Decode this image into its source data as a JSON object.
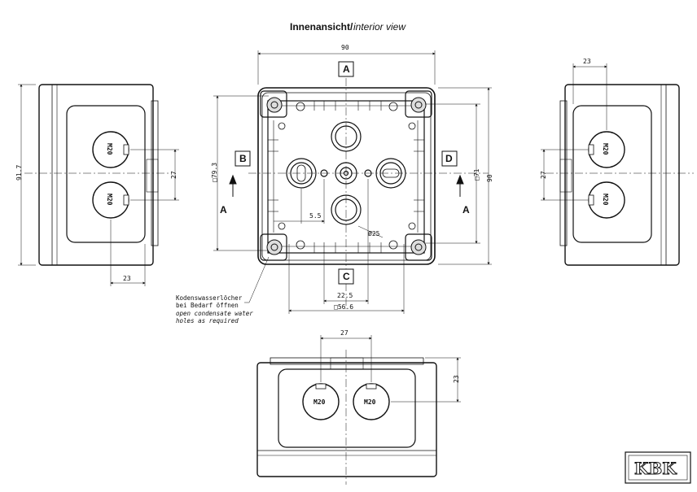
{
  "title": {
    "main": "Innenansicht/",
    "sub": "interior view"
  },
  "section_labels": {
    "a": "A",
    "b": "B",
    "c": "C",
    "d": "D"
  },
  "arrow_labels": {
    "left": "A",
    "right": "A"
  },
  "dimensions": {
    "width_top": "90",
    "height_right": "90",
    "inner_left": "□79.3",
    "inner_right": "□71",
    "center_spacing": "22.5",
    "bottom_square": "□56.6",
    "small_offset": "5.5",
    "hole_dia": "Ø25",
    "left_height": "91.7",
    "left_gland_spacing": "27",
    "left_bottom": "23",
    "right_top": "23",
    "right_gland_spacing": "27",
    "bottom_top_spacing": "27",
    "bottom_right": "23"
  },
  "gland_labels": {
    "left_top": "M20",
    "left_bottom": "M20",
    "right_top": "M20",
    "right_bottom": "M20",
    "bottom_left": "M20",
    "bottom_right": "M20"
  },
  "note": {
    "de_1": "Kodenswasserlöcher",
    "de_2": "bei Bedarf öffnen",
    "en_1": "open condensate water",
    "en_2": "holes as required"
  },
  "logo": "KBK"
}
